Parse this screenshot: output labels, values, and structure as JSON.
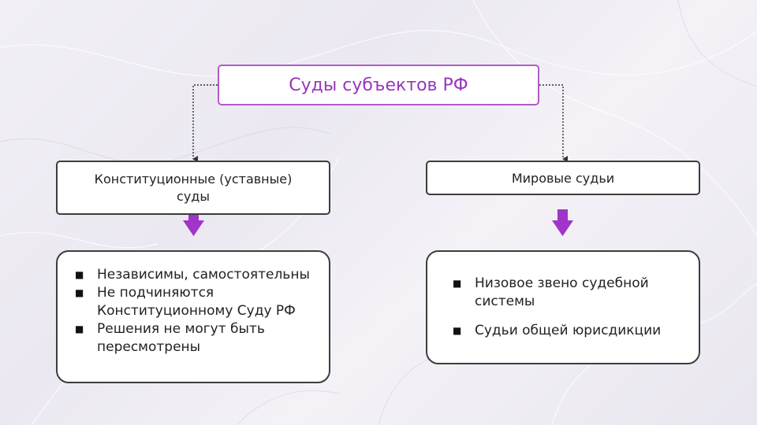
{
  "diagram": {
    "root": {
      "label": "Суды субъектов РФ"
    },
    "branches": [
      {
        "label": "Конституционные (уставные) суды",
        "items": [
          "Независимы, самостоятельны",
          "Не подчиняются Конституционному Суду РФ",
          "Решения не могут быть пересмотрены"
        ]
      },
      {
        "label": "Мировые судьи",
        "items": [
          "Низовое звено судебной системы",
          "Судьи общей юрисдикции"
        ]
      }
    ],
    "colors": {
      "accent": "#9a36bb",
      "arrow": "#a035c9",
      "border": "#3d3d3d"
    },
    "icons": {
      "bullet": "square-bullet-icon",
      "arrow": "arrow-down-icon"
    }
  }
}
